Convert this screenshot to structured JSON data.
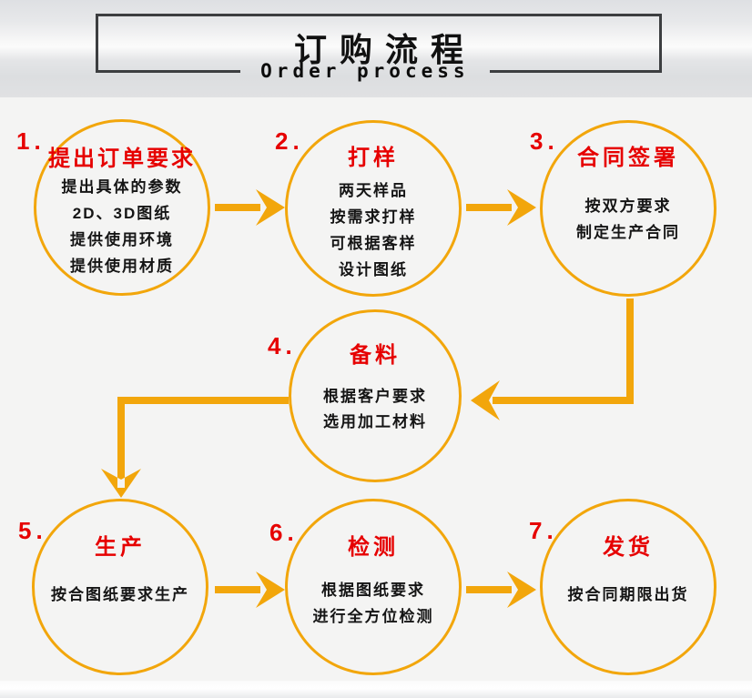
{
  "header": {
    "title": "订购流程",
    "subtitle": "Order process"
  },
  "steps": [
    {
      "number": "1.",
      "title": "提出订单要求",
      "lines": [
        "提出具体的参数",
        "2D、3D图纸",
        "提供使用环境",
        "提供使用材质"
      ]
    },
    {
      "number": "2.",
      "title": "打样",
      "lines": [
        "两天样品",
        "按需求打样",
        "可根据客样",
        "设计图纸"
      ]
    },
    {
      "number": "3.",
      "title": "合同签署",
      "lines": [
        "按双方要求",
        "制定生产合同"
      ]
    },
    {
      "number": "4.",
      "title": "备料",
      "lines": [
        "根据客户要求",
        "选用加工材料"
      ]
    },
    {
      "number": "5.",
      "title": "生产",
      "lines": [
        "按合图纸要求生产"
      ]
    },
    {
      "number": "6.",
      "title": "检测",
      "lines": [
        "根据图纸要求",
        "进行全方位检测"
      ]
    },
    {
      "number": "7.",
      "title": "发货",
      "lines": [
        "按合同期限出货"
      ]
    }
  ],
  "colors": {
    "accent": "#F2A60B",
    "step_title_red": "#E60000",
    "body_text": "#151515",
    "frame": "#3c3e40"
  }
}
